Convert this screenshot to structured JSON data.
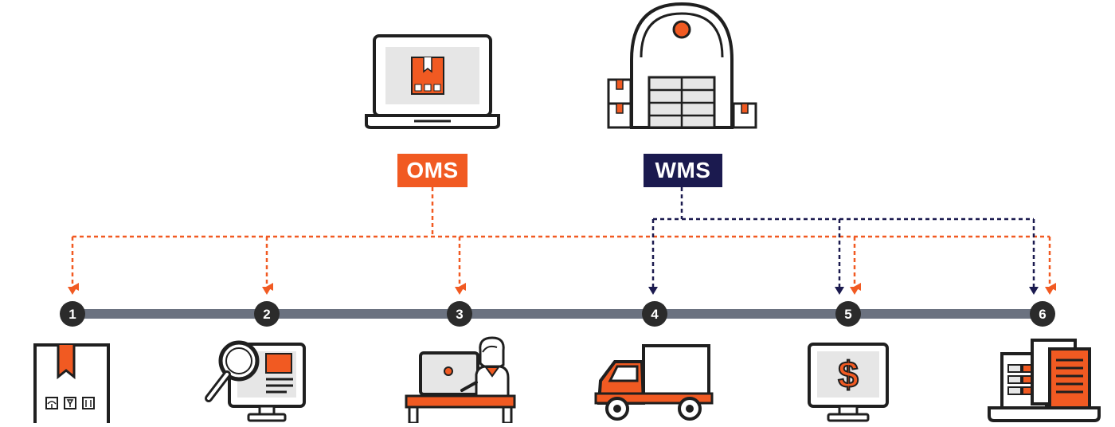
{
  "systems": {
    "oms": {
      "label": "OMS",
      "color": "#F15A22"
    },
    "wms": {
      "label": "WMS",
      "color": "#1B1A4F"
    }
  },
  "steps": [
    {
      "number": "1",
      "icon": "package-icon"
    },
    {
      "number": "2",
      "icon": "search-monitor-icon"
    },
    {
      "number": "3",
      "icon": "customer-service-agent-icon"
    },
    {
      "number": "4",
      "icon": "delivery-truck-icon"
    },
    {
      "number": "5",
      "icon": "billing-monitor-icon"
    },
    {
      "number": "6",
      "icon": "reports-laptop-icon"
    }
  ],
  "connections": {
    "oms_targets": [
      "1",
      "2",
      "3",
      "5",
      "6"
    ],
    "wms_targets": [
      "4",
      "5",
      "6"
    ]
  },
  "colors": {
    "timeline": "#6B7280",
    "step_circle": "#2B2B2B",
    "outline": "#1F1F1F",
    "accent": "#F15A22"
  },
  "icons": {
    "oms": "laptop-package-icon",
    "wms": "warehouse-icon"
  }
}
